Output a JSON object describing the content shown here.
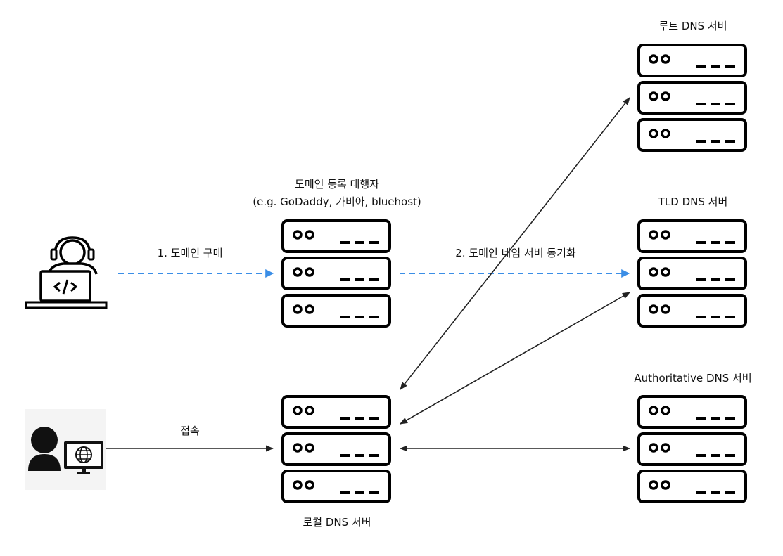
{
  "labels": {
    "root_server": "루트 DNS 서버",
    "registrar_line1": "도메인 등록 대행자",
    "registrar_line2": "(e.g. GoDaddy, 가비아, bluehost)",
    "tld_server": "TLD DNS 서버",
    "authoritative_server": "Authoritative DNS 서버",
    "local_server": "로컬 DNS 서버",
    "step1_purchase": "1. 도메인 구매",
    "step2_sync": "2. 도메인 네임 서버 동기화",
    "access": "접속"
  },
  "colors": {
    "dashed_arrow": "#3b8ee6",
    "solid_arrow": "#222222",
    "server_stroke": "#000000"
  },
  "icons": {
    "developer": "developer-laptop-icon",
    "user": "user-with-monitor-icon"
  }
}
